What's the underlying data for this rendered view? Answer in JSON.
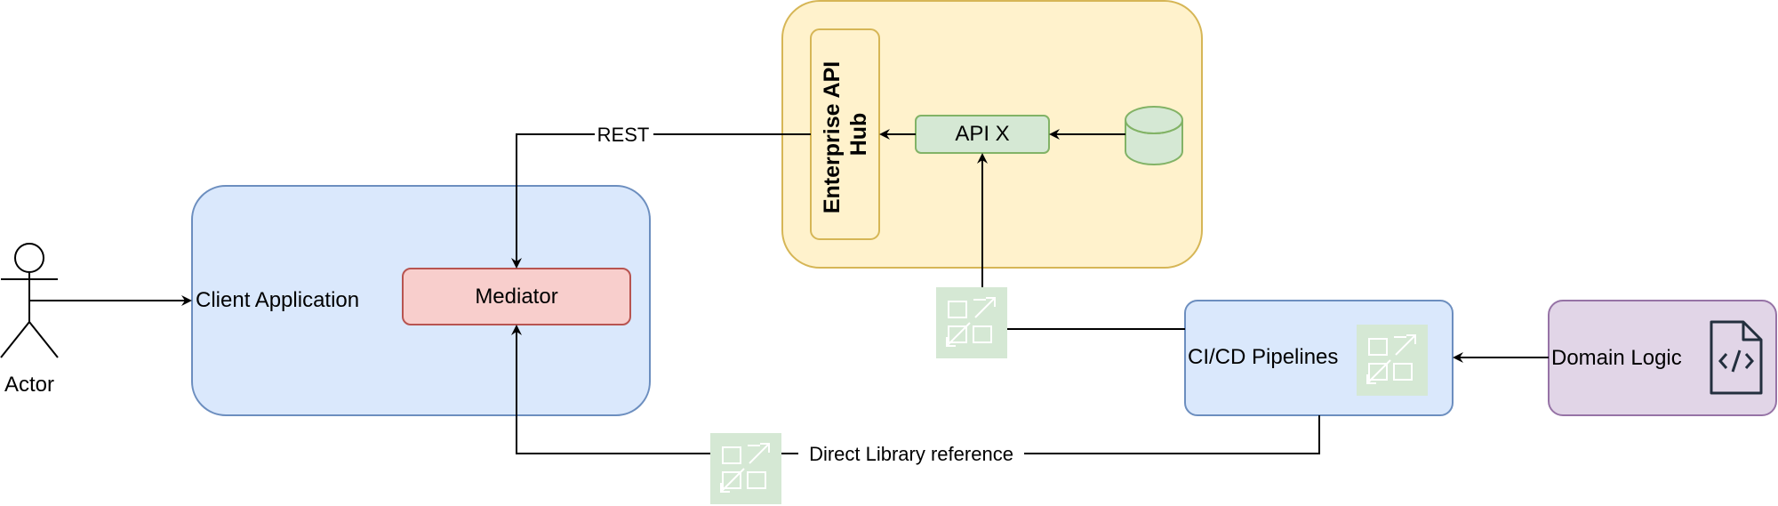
{
  "nodes": {
    "actor": "Actor",
    "client_app": "Client Application",
    "mediator": "Mediator",
    "enterprise_hub": "Enterprise API Hub",
    "api_x": "API X",
    "cicd": "CI/CD Pipelines",
    "domain_logic": "Domain Logic"
  },
  "edges": {
    "rest": "REST",
    "direct_lib": "Direct Library reference"
  },
  "colors": {
    "blue_fill": "#dae8fc",
    "blue_stroke": "#6c8ebf",
    "red_fill": "#f8cecc",
    "red_stroke": "#b85450",
    "yellow_fill": "#fff2cc",
    "yellow_stroke": "#d6b656",
    "green_fill": "#d5e8d4",
    "green_stroke": "#82b366",
    "purple_fill": "#e1d5e7",
    "purple_stroke": "#9673a6",
    "line": "#000000"
  },
  "icons": [
    "package-icon",
    "database-icon",
    "code-file-icon",
    "actor-figure-icon"
  ]
}
